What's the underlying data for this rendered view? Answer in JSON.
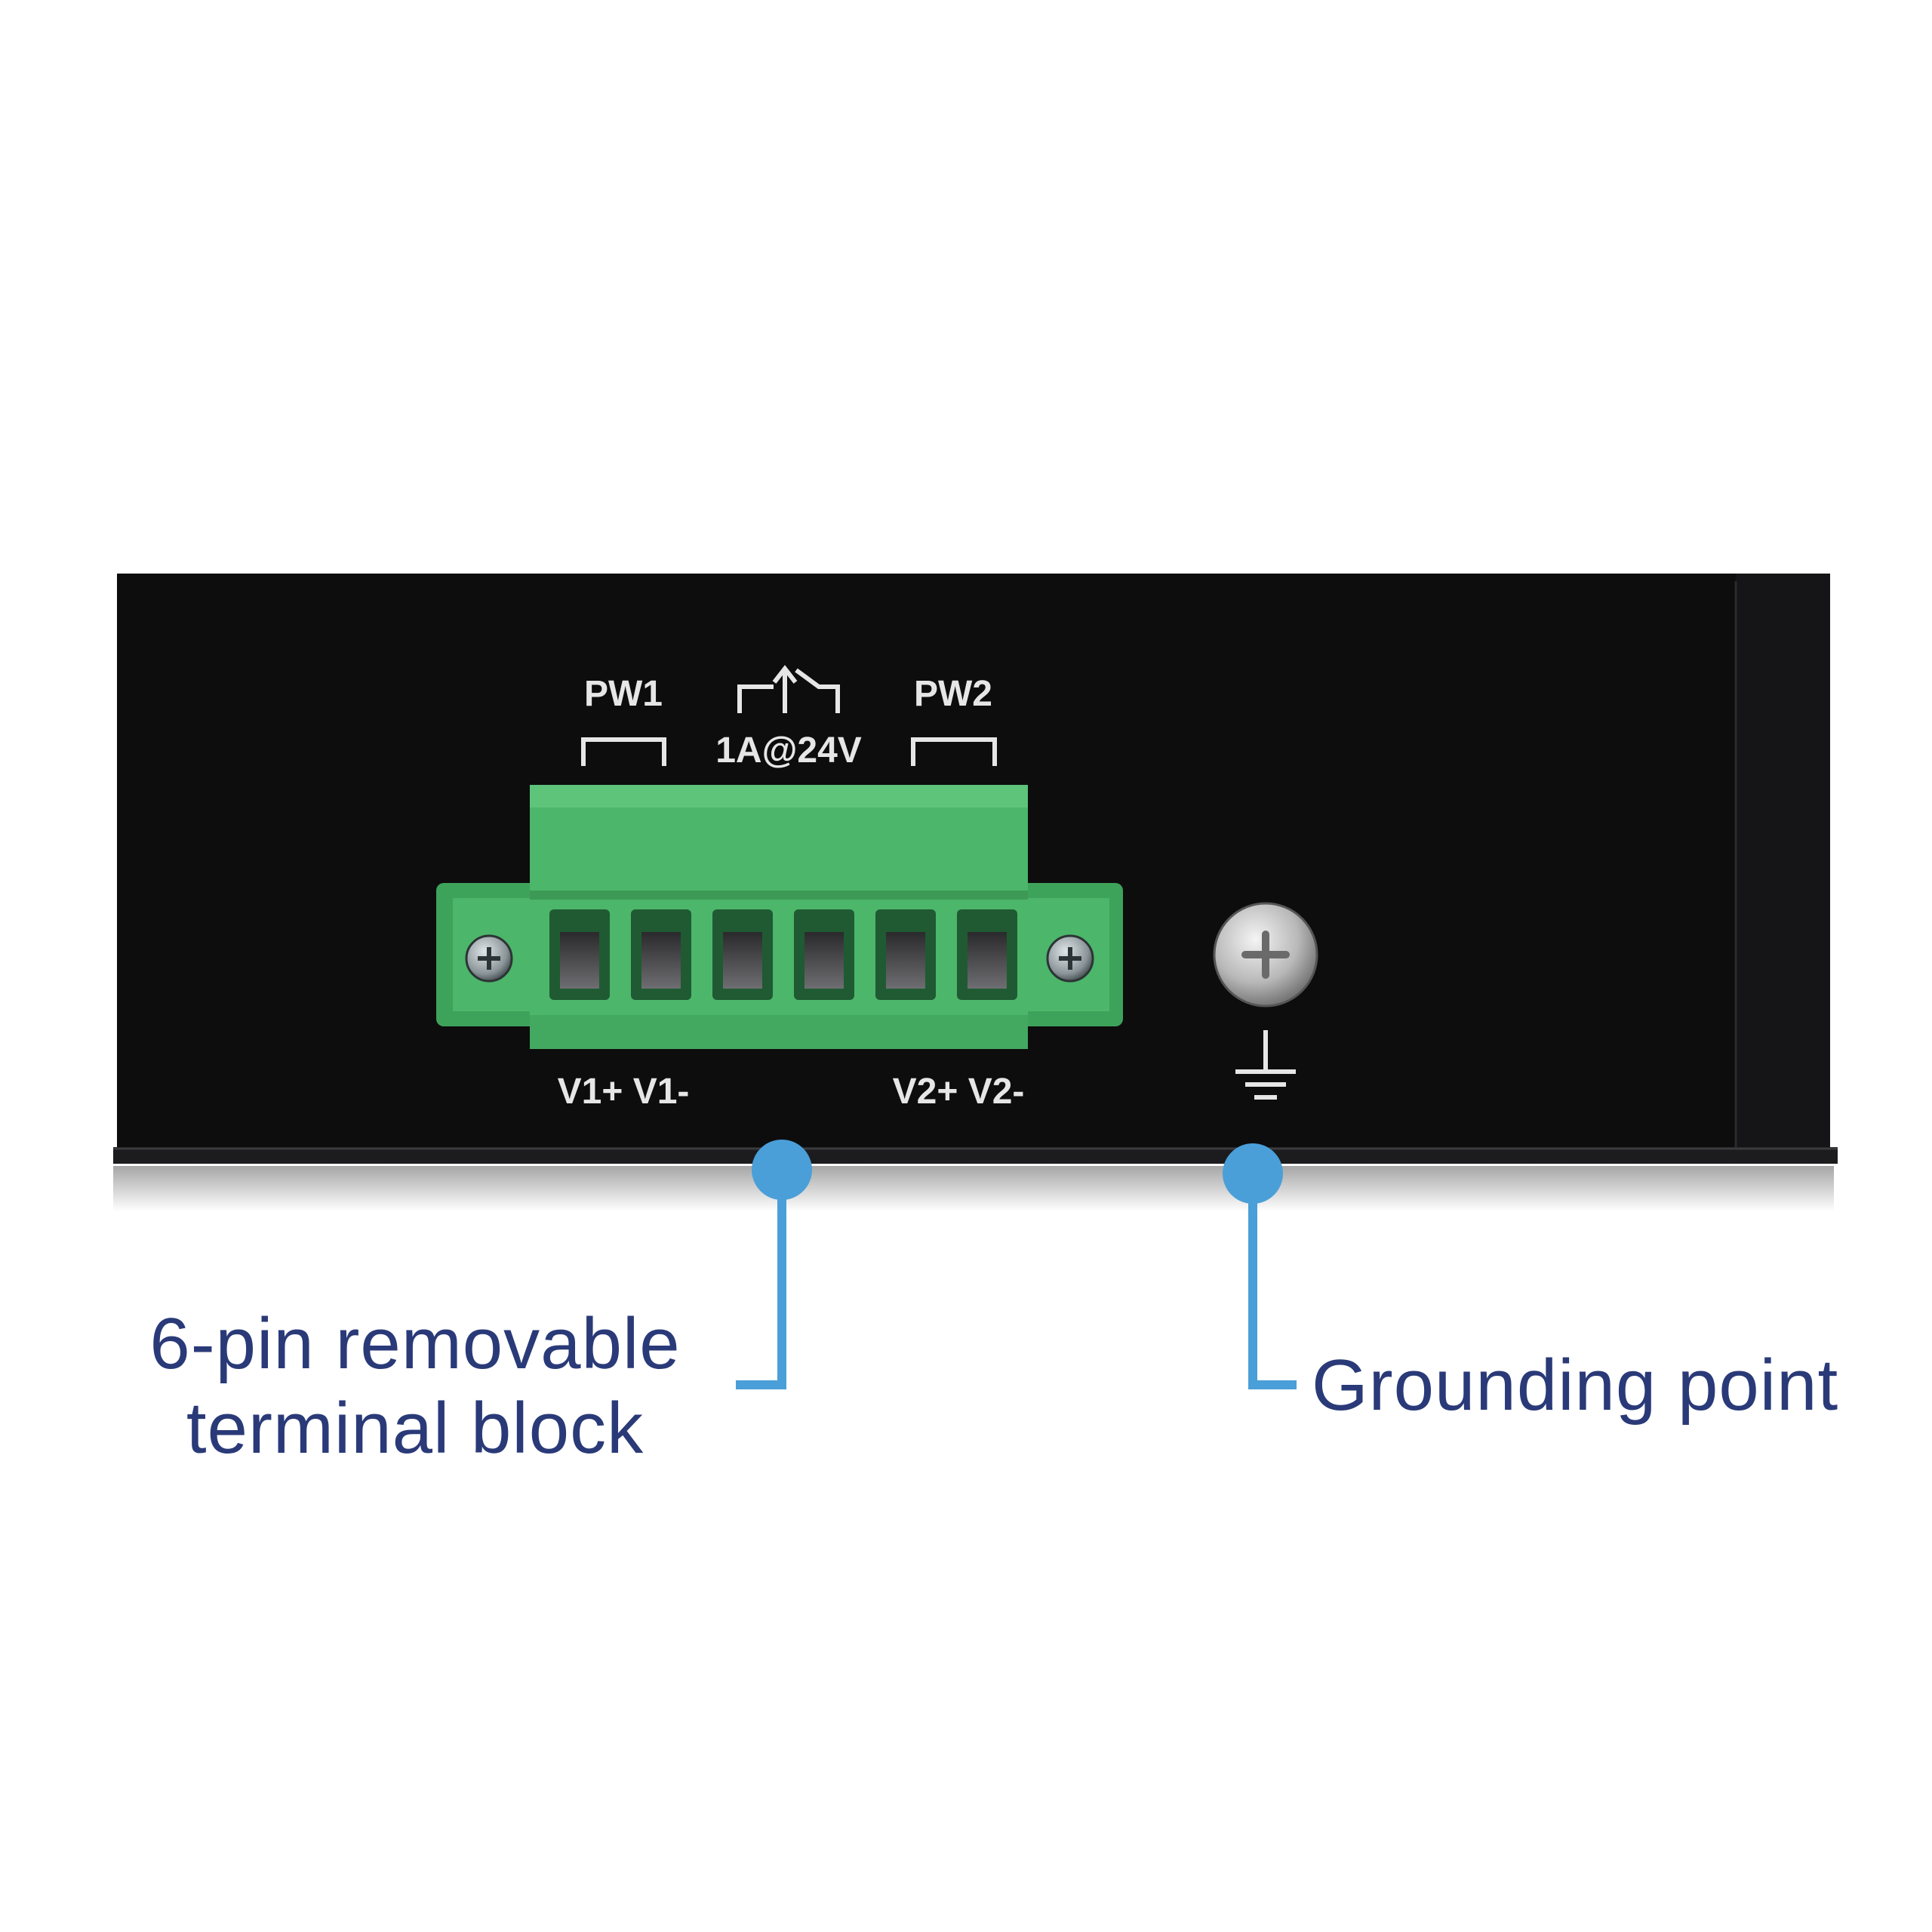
{
  "device": {
    "body_color": "#0d0d0e",
    "terminal_color": "#4cb66a",
    "label_color": "#e6e6e6",
    "labels": {
      "pw1": "PW1",
      "relay_rating": "1A@24V",
      "pw2": "PW2",
      "v1": "V1+ V1-",
      "v2": "V2+ V2-"
    },
    "icons": {
      "relay": "relay-contact-icon",
      "ground": "ground-icon",
      "screw": "screw-icon"
    }
  },
  "callouts": {
    "accent_color": "#4a9fd8",
    "text_color": "#2a3a78",
    "terminal_block": {
      "line1": "6-pin removable",
      "line2": "terminal block"
    },
    "grounding": {
      "label": "Grounding point"
    }
  }
}
